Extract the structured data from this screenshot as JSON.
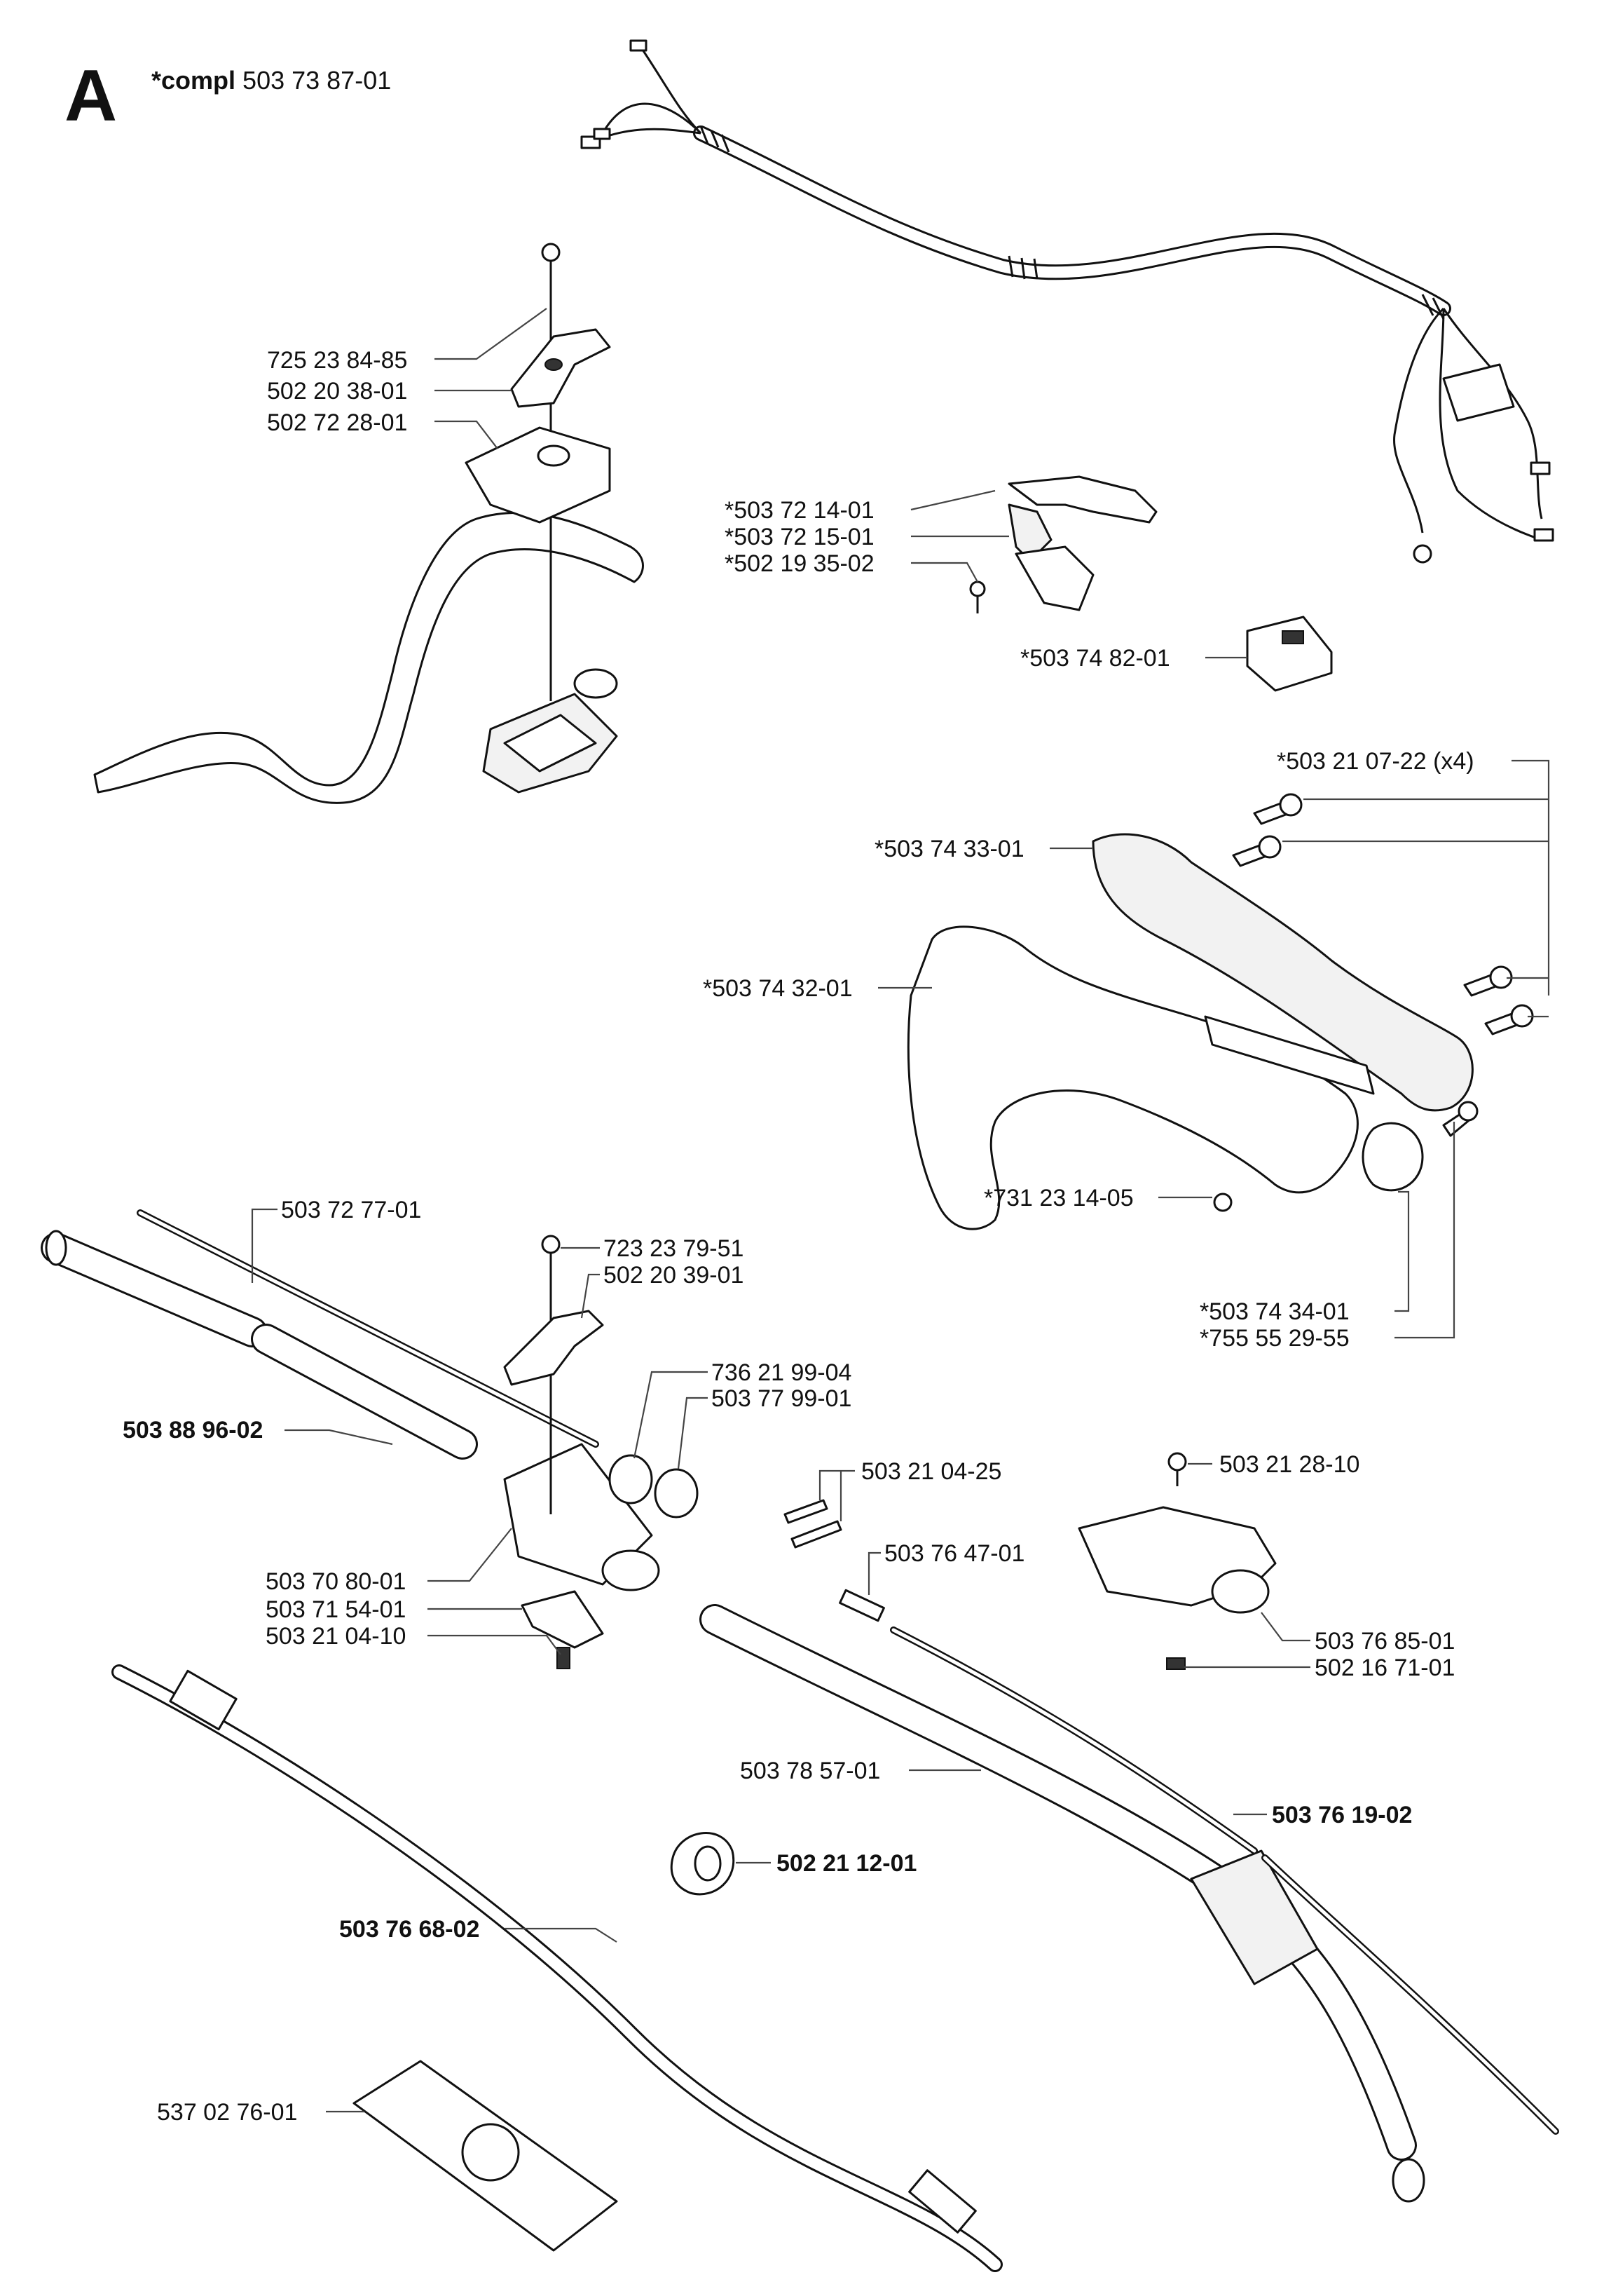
{
  "header": {
    "section": "A",
    "compl_prefix": "*compl",
    "compl_number": "503 73 87-01"
  },
  "labels": {
    "p725238485": "725 23 84-85",
    "p502203801": "502 20 38-01",
    "p502722801": "502 72 28-01",
    "p503721401": "*503 72 14-01",
    "p503721501": "*503 72 15-01",
    "p502193502": "*502 19 35-02",
    "p503748201": "*503 74 82-01",
    "p503210722": "*503 21 07-22 (x4)",
    "p503743301": "*503 74 33-01",
    "p503743201": "*503 74 32-01",
    "p731231405": "*731 23 14-05",
    "p503727701": "503 72 77-01",
    "p723237951": "723 23 79-51",
    "p502203901": "502 20 39-01",
    "p736219904": "736 21 99-04",
    "p503779901": "503 77 99-01",
    "p503889602": "503 88 96-02",
    "p503210425": "503 21 04-25",
    "p503212810": "503 21 28-10",
    "p503764701": "503 76 47-01",
    "p503743401": "*503 74 34-01",
    "p755552955": "*755 55 29-55",
    "p503708001": "503 70 80-01",
    "p503715401": "503 71 54-01",
    "p503210410": "503 21 04-10",
    "p503768501": "503 76 85-01",
    "p502167101": "502 16 71-01",
    "p503785701": "503 78 57-01",
    "p503761902": "503 76 19-02",
    "p502211201": "502 21 12-01",
    "p503766802": "503 76 68-02",
    "p537027601": "537 02 76-01"
  }
}
